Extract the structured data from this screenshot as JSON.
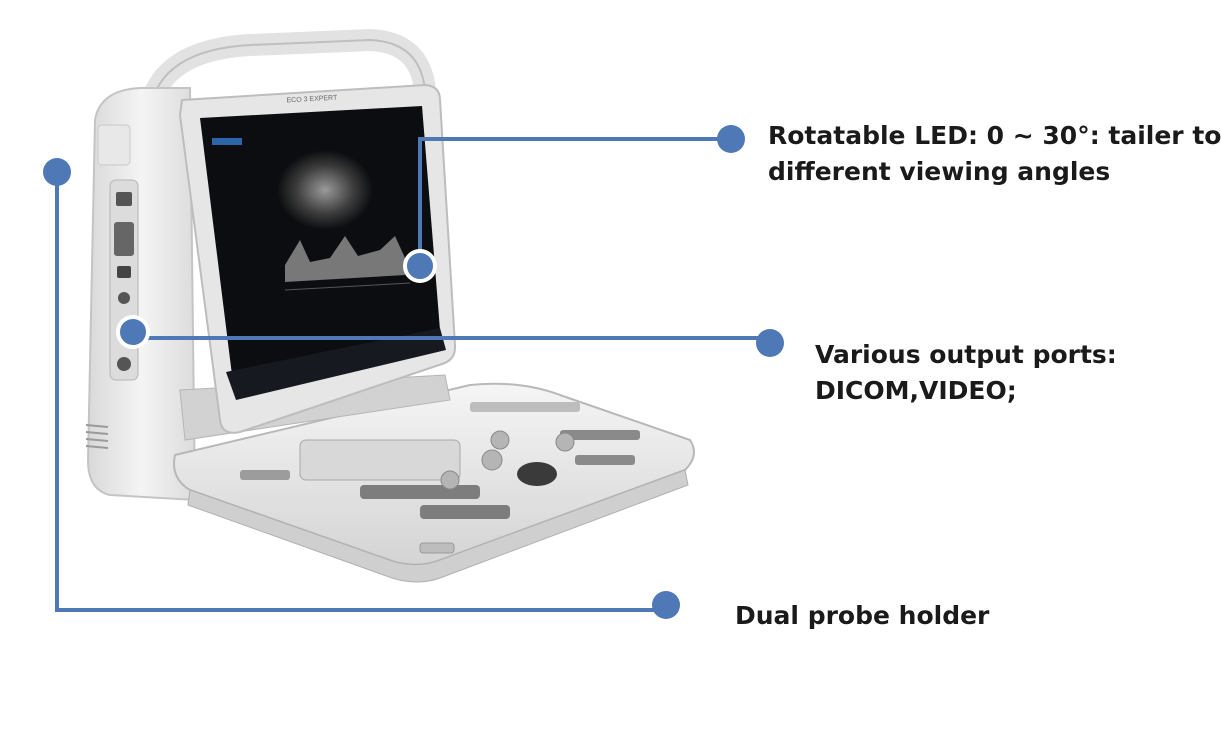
{
  "colors": {
    "accent": "#4e79b6",
    "device_body": "#ececec",
    "screen": "#0b0d10"
  },
  "device": {
    "brand_label": "ECO 3 EXPERT"
  },
  "callouts": {
    "rotatable_led": {
      "line1": "Rotatable LED: 0 ~ 30°: tailer to",
      "line2": "different viewing angles"
    },
    "output_ports": {
      "line1": "Various output ports:",
      "line2": "DICOM,VIDEO;"
    },
    "probe_holder": {
      "line1": "Dual probe holder"
    }
  }
}
